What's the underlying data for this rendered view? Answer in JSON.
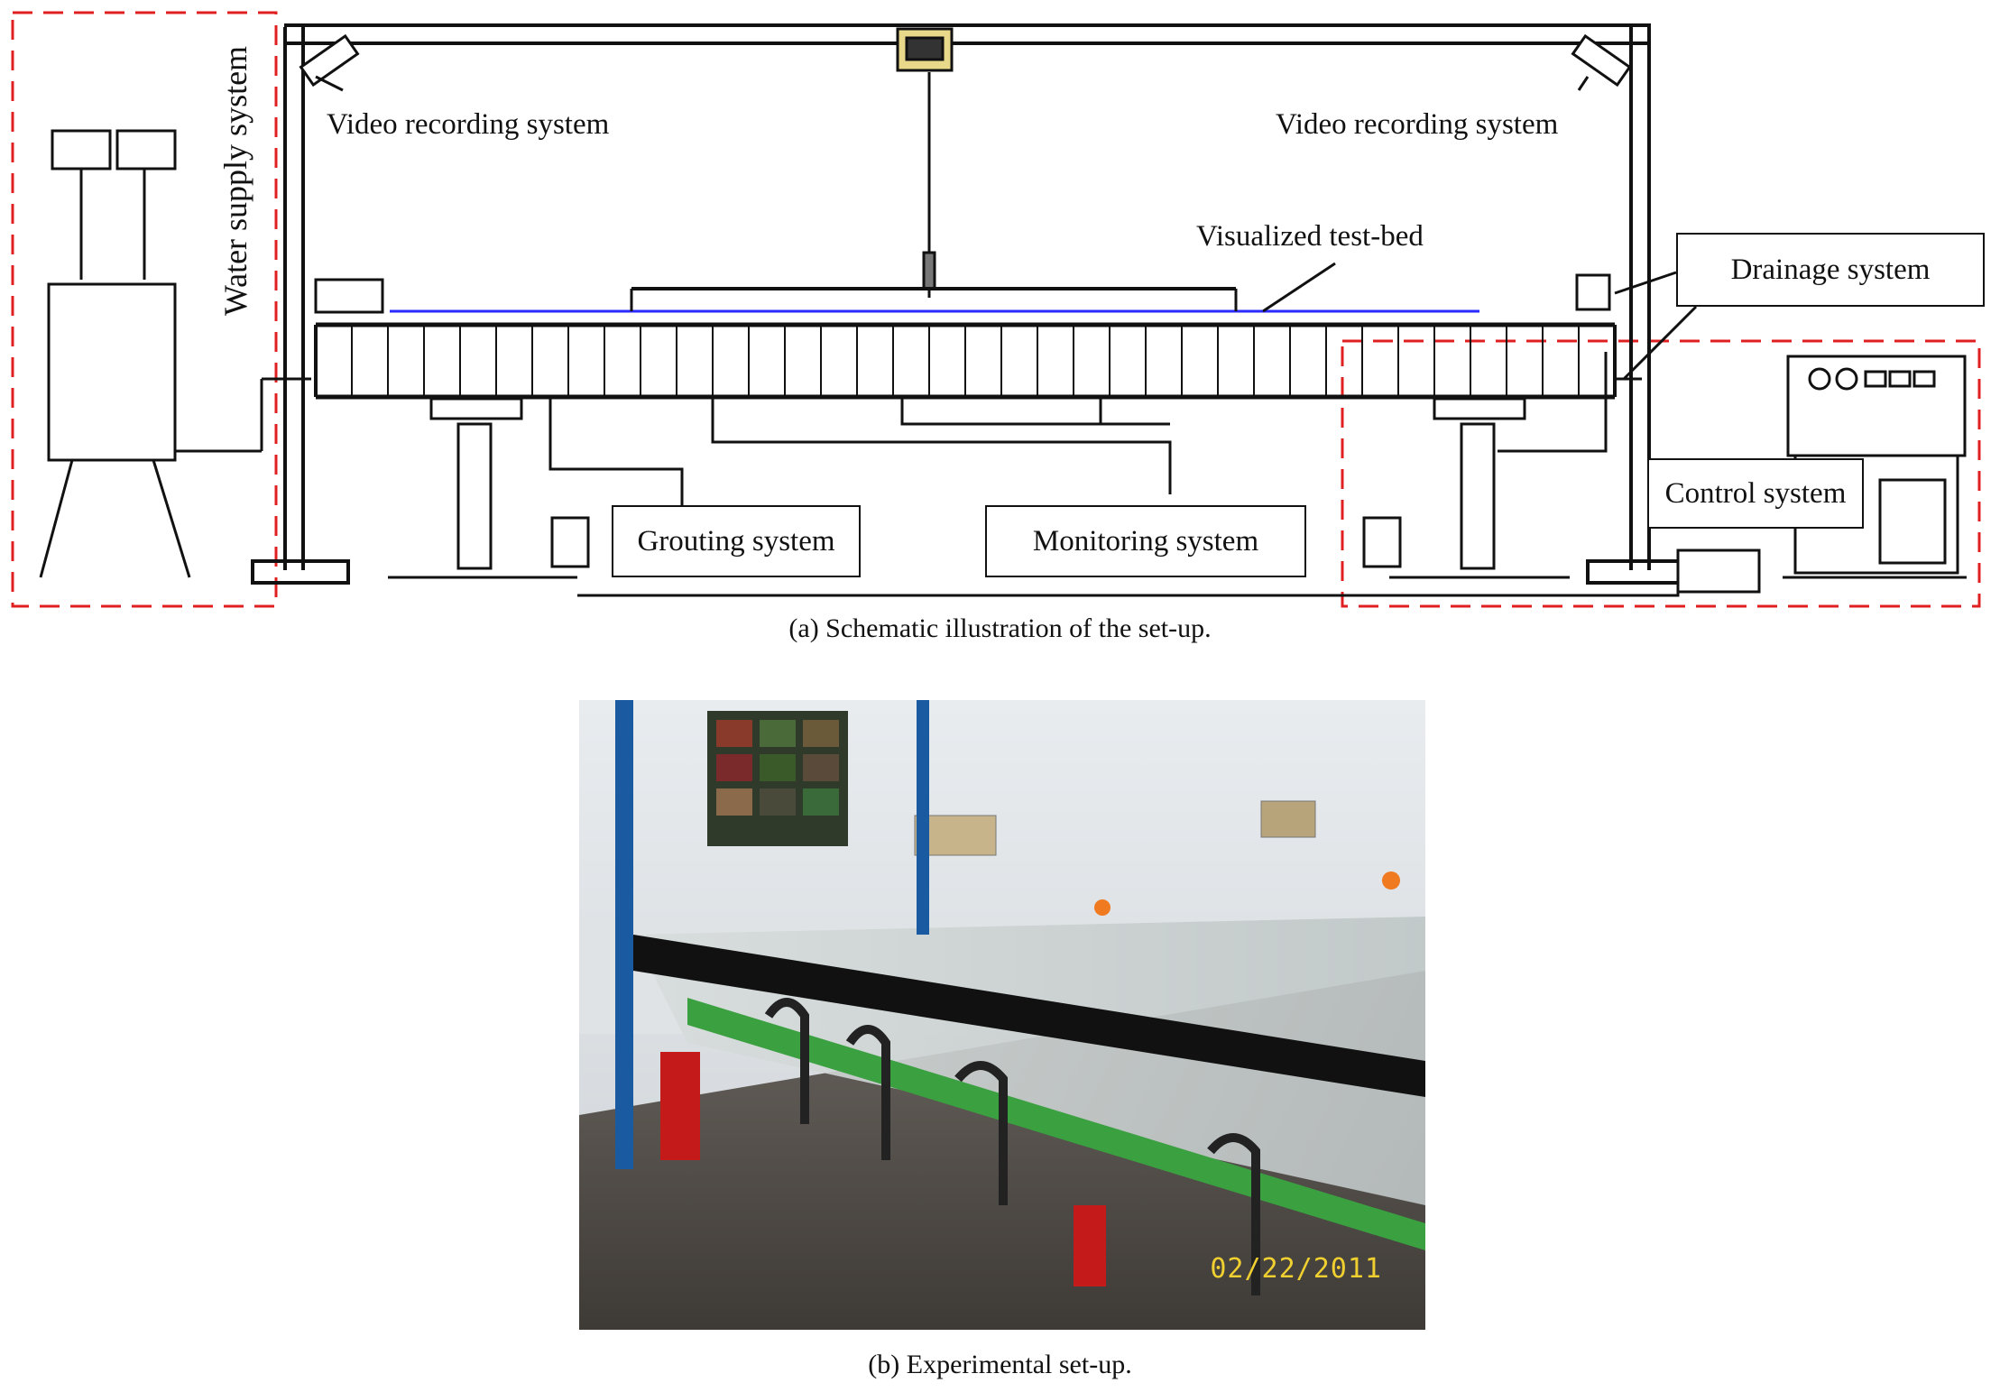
{
  "schematic": {
    "labels": {
      "video_left": "Video recording system",
      "video_right": "Video recording system",
      "water_supply": "Water supply system",
      "test_bed": "Visualized test-bed",
      "drainage": "Drainage system",
      "control": "Control system",
      "grouting": "Grouting system",
      "monitoring": "Monitoring system"
    },
    "caption": "(a) Schematic illustration of the set-up."
  },
  "photo": {
    "date_stamp": "02/22/2011",
    "caption": "(b) Experimental set-up."
  },
  "colors": {
    "dashed_region": "#e02020",
    "line": "#111111",
    "water_line": "#2a2aff",
    "photo_green": "#3aa040",
    "photo_red": "#c41a1a",
    "photo_column": "#1a5aa0"
  }
}
